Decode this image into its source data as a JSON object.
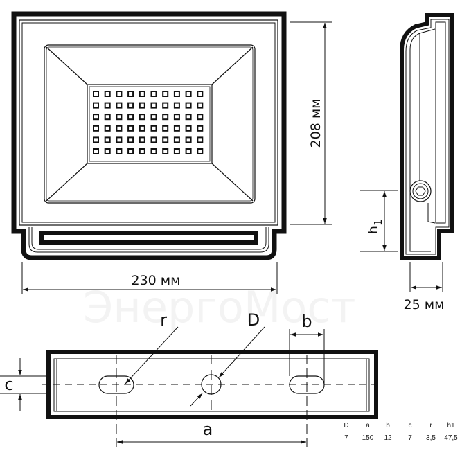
{
  "watermark": "ЭнергоМост",
  "front_view": {
    "led_grid": {
      "columns": 10,
      "rows": 6
    },
    "width_label": "230 мм",
    "height_label": "208 мм"
  },
  "side_view": {
    "h1_label": "h",
    "h1_subscript": "1",
    "depth_label": "25 мм"
  },
  "bracket": {
    "r_label": "r",
    "D_label": "D",
    "b_label": "b",
    "c_label": "c",
    "a_label": "a"
  },
  "spec_table": {
    "headers": [
      "D",
      "a",
      "b",
      "c",
      "r",
      "h1"
    ],
    "values": [
      "7",
      "150",
      "12",
      "7",
      "3,5",
      "47,5"
    ]
  },
  "colors": {
    "line": "#111111",
    "background": "#ffffff"
  }
}
